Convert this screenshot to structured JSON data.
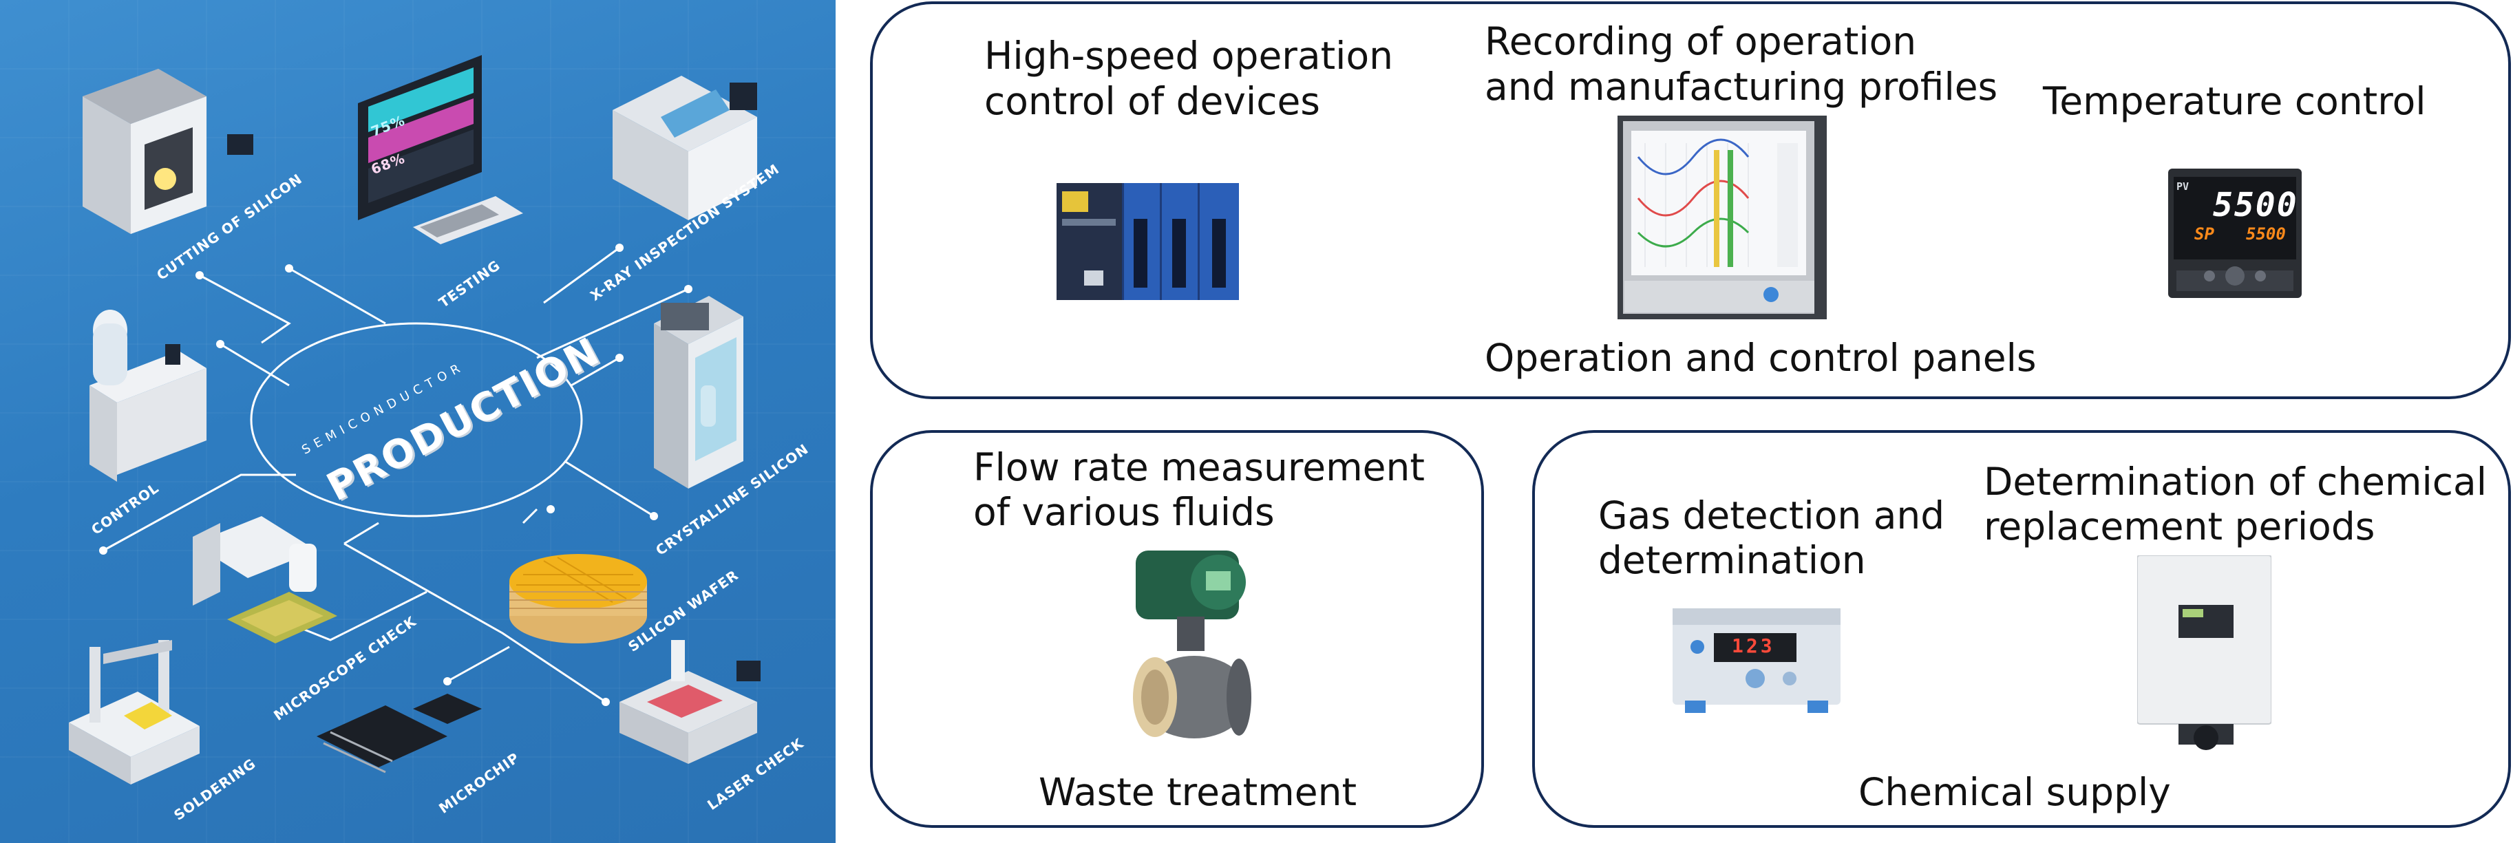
{
  "infographic": {
    "center_small": "SEMICONDUCTOR",
    "center_big": "PRODUCTION",
    "nodes": {
      "cutting": "CUTTING OF SILICON",
      "testing": "TESTING",
      "xray": "X-RAY INSPECTION SYSTEM",
      "control": "CONTROL",
      "crystalline": "CRYSTALLINE SILICON",
      "microscope": "MICROSCOPE CHECK",
      "wafer": "SILICON WAFER",
      "soldering": "SOLDERING",
      "microchip": "MICROCHIP",
      "laser": "LASER CHECK"
    },
    "monitor_values": [
      "75%",
      "68%"
    ]
  },
  "operation_box": {
    "label_highspeed_1": "High-speed operation",
    "label_highspeed_2": "control of devices",
    "label_recording_1": "Recording of operation",
    "label_recording_2": "and manufacturing profiles",
    "label_temperature": "Temperature control",
    "caption": "Operation and control panels",
    "controller_pv": "5500",
    "controller_sp": "5500",
    "controller_sp_tag": "SP",
    "controller_pv_tag": "PV"
  },
  "waste_box": {
    "label_1": "Flow rate measurement",
    "label_2": "of various fluids",
    "caption": "Waste treatment"
  },
  "chemical_box": {
    "label_gas_1": "Gas detection and",
    "label_gas_2": "determination",
    "label_replace_1": "Determination of chemical",
    "label_replace_2": "replacement periods",
    "caption": "Chemical supply",
    "gas_display": "123"
  },
  "colors": {
    "left_bg": "#2e7cc0",
    "box_border": "#132a55",
    "plc_blue": "#2b5fb8"
  }
}
